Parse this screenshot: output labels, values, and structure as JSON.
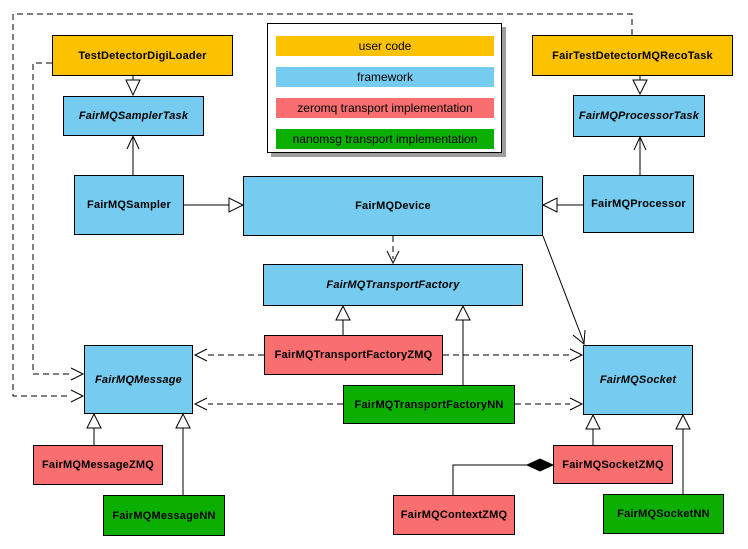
{
  "legend": {
    "items": [
      {
        "label": "user code",
        "color": "#fcc200",
        "category": "user-code"
      },
      {
        "label": "framework",
        "color": "#75ccf0",
        "category": "framework"
      },
      {
        "label": "zeromq transport implementation",
        "color": "#f96f6f",
        "category": "zeromq"
      },
      {
        "label": "nanomsg transport implementation",
        "color": "#0baf00",
        "category": "nanomsg"
      }
    ]
  },
  "nodes": {
    "testDetectorDigiLoader": {
      "label": "TestDetectorDigiLoader",
      "category": "user-code",
      "abstract": false
    },
    "fairTestDetectorMQRecoTask": {
      "label": "FairTestDetectorMQRecoTask",
      "category": "user-code",
      "abstract": false
    },
    "fairMQSamplerTask": {
      "label": "FairMQSamplerTask",
      "category": "framework",
      "abstract": true
    },
    "fairMQProcessorTask": {
      "label": "FairMQProcessorTask",
      "category": "framework",
      "abstract": true
    },
    "fairMQSampler": {
      "label": "FairMQSampler",
      "category": "framework",
      "abstract": false
    },
    "fairMQDevice": {
      "label": "FairMQDevice",
      "category": "framework",
      "abstract": false
    },
    "fairMQProcessor": {
      "label": "FairMQProcessor",
      "category": "framework",
      "abstract": false
    },
    "fairMQTransportFactory": {
      "label": "FairMQTransportFactory",
      "category": "framework",
      "abstract": true
    },
    "fairMQTransportFactoryZMQ": {
      "label": "FairMQTransportFactoryZMQ",
      "category": "zeromq",
      "abstract": false
    },
    "fairMQTransportFactoryNN": {
      "label": "FairMQTransportFactoryNN",
      "category": "nanomsg",
      "abstract": false
    },
    "fairMQMessage": {
      "label": "FairMQMessage",
      "category": "framework",
      "abstract": true
    },
    "fairMQSocket": {
      "label": "FairMQSocket",
      "category": "framework",
      "abstract": true
    },
    "fairMQMessageZMQ": {
      "label": "FairMQMessageZMQ",
      "category": "zeromq",
      "abstract": false
    },
    "fairMQMessageNN": {
      "label": "FairMQMessageNN",
      "category": "nanomsg",
      "abstract": false
    },
    "fairMQSocketZMQ": {
      "label": "FairMQSocketZMQ",
      "category": "zeromq",
      "abstract": false
    },
    "fairMQSocketNN": {
      "label": "FairMQSocketNN",
      "category": "nanomsg",
      "abstract": false
    },
    "fairMQContextZMQ": {
      "label": "FairMQContextZMQ",
      "category": "zeromq",
      "abstract": false
    }
  },
  "relations": [
    {
      "from": "TestDetectorDigiLoader",
      "to": "FairMQSamplerTask",
      "type": "inheritance"
    },
    {
      "from": "FairTestDetectorMQRecoTask",
      "to": "FairMQProcessorTask",
      "type": "inheritance"
    },
    {
      "from": "FairMQSampler",
      "to": "FairMQSamplerTask",
      "type": "association"
    },
    {
      "from": "FairMQProcessor",
      "to": "FairMQProcessorTask",
      "type": "association"
    },
    {
      "from": "FairMQSampler",
      "to": "FairMQDevice",
      "type": "inheritance"
    },
    {
      "from": "FairMQProcessor",
      "to": "FairMQDevice",
      "type": "inheritance"
    },
    {
      "from": "FairMQDevice",
      "to": "FairMQTransportFactory",
      "type": "dependency"
    },
    {
      "from": "FairMQDevice",
      "to": "FairMQSocket",
      "type": "association"
    },
    {
      "from": "FairMQTransportFactoryZMQ",
      "to": "FairMQTransportFactory",
      "type": "inheritance"
    },
    {
      "from": "FairMQTransportFactoryNN",
      "to": "FairMQTransportFactory",
      "type": "inheritance"
    },
    {
      "from": "FairMQTransportFactoryZMQ",
      "to": "FairMQMessage",
      "type": "dependency"
    },
    {
      "from": "FairMQTransportFactoryZMQ",
      "to": "FairMQSocket",
      "type": "dependency"
    },
    {
      "from": "FairMQTransportFactoryNN",
      "to": "FairMQMessage",
      "type": "dependency"
    },
    {
      "from": "FairMQTransportFactoryNN",
      "to": "FairMQSocket",
      "type": "dependency"
    },
    {
      "from": "FairMQMessageZMQ",
      "to": "FairMQMessage",
      "type": "inheritance"
    },
    {
      "from": "FairMQMessageNN",
      "to": "FairMQMessage",
      "type": "inheritance"
    },
    {
      "from": "FairMQSocketZMQ",
      "to": "FairMQSocket",
      "type": "inheritance"
    },
    {
      "from": "FairMQSocketNN",
      "to": "FairMQSocket",
      "type": "inheritance"
    },
    {
      "from": "FairMQContextZMQ",
      "to": "FairMQSocketZMQ",
      "type": "composition"
    },
    {
      "from": "TestDetectorDigiLoader",
      "to": "FairMQMessage",
      "type": "dependency"
    },
    {
      "from": "FairTestDetectorMQRecoTask",
      "to": "FairMQMessage",
      "type": "dependency"
    }
  ]
}
